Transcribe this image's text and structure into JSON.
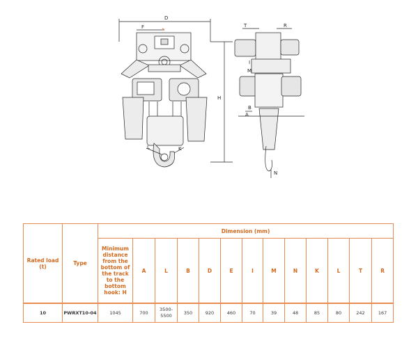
{
  "drawing": {
    "labels": {
      "D": "D",
      "F": "F",
      "T": "T",
      "R": "R",
      "I": "I",
      "M": "M",
      "H": "H",
      "B": "B",
      "A": "A",
      "L": "L",
      "K": "K",
      "N": "N"
    }
  },
  "table": {
    "dimension_header": "Dimension (mm)",
    "col_rated_load": "Rated load (t)",
    "col_type": "Type",
    "col_h": "Minimum distance from the bottom of the track to the bottom hook: H",
    "dim_cols": [
      "A",
      "L",
      "B",
      "D",
      "E",
      "I",
      "M",
      "N",
      "K",
      "L",
      "T",
      "R"
    ],
    "row": {
      "rated_load": "10",
      "type": "PWRXT10-04",
      "h": "1045",
      "values": [
        "700",
        "3500-5500",
        "350",
        "920",
        "460",
        "70",
        "39",
        "48",
        "85",
        "80",
        "242",
        "167"
      ]
    }
  }
}
